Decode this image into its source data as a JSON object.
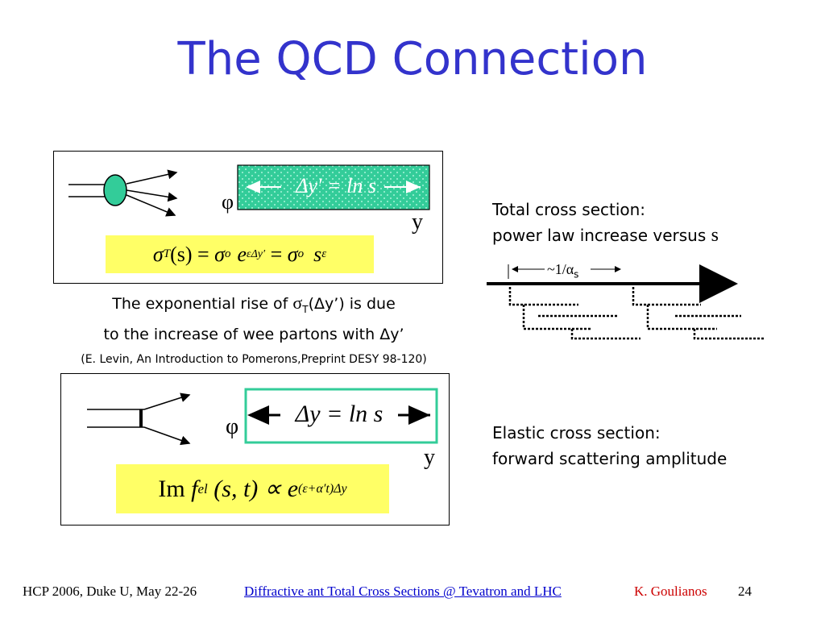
{
  "slide": {
    "title": "The QCD Connection",
    "colors": {
      "title": "#3333cc",
      "green_box": "#33cc99",
      "equation_bg": "#ffff66",
      "footer_link": "#0000cc",
      "footer_author": "#cc0000"
    }
  },
  "box_top": {
    "phi": "φ",
    "y_label": "y",
    "gap_equation": "Δy′ = ln s",
    "sigma_equation": {
      "sigma_T": "σ",
      "sub_T": "T",
      "arg_s": "(s) = ",
      "sigma_o": "σ",
      "sub_o": "o",
      "e": "e",
      "exp": "εΔy′",
      "equals": " = ",
      "sigma_o2": "σ",
      "sub_o2": "o",
      "s": "s",
      "s_exp": "ε"
    }
  },
  "caption": {
    "line1_pre": "The exponential rise of ",
    "line1_sigma": "σ",
    "line1_sub": "T",
    "line1_post": "(Δy’) is due",
    "line2": "to the increase of wee partons with Δy’",
    "reference": "(E. Levin, An Introduction to Pomerons,Preprint DESY 98-120)"
  },
  "right_top": {
    "line1": "Total cross section:",
    "line2_pre": "power law increase versus ",
    "line2_s": "s",
    "alpha_label_pre": "~1/α",
    "alpha_label_sub": "s"
  },
  "box_bottom": {
    "phi": "φ",
    "y_label": "y",
    "gap_equation": "Δy = ln s",
    "amp_equation": {
      "im": "Im ",
      "f": "f",
      "f_sub": "el",
      "args": " (s, t) ∝ ",
      "e": "e",
      "exp": "(ε+α′t)Δy"
    }
  },
  "right_bottom": {
    "line1": "Elastic cross section:",
    "line2": "forward scattering amplitude"
  },
  "footer": {
    "conference": "HCP 2006, Duke U, May 22-26",
    "link": "Diffractive ant Total Cross Sections @ Tevatron and LHC",
    "author": "K. Goulianos",
    "page": "24"
  }
}
